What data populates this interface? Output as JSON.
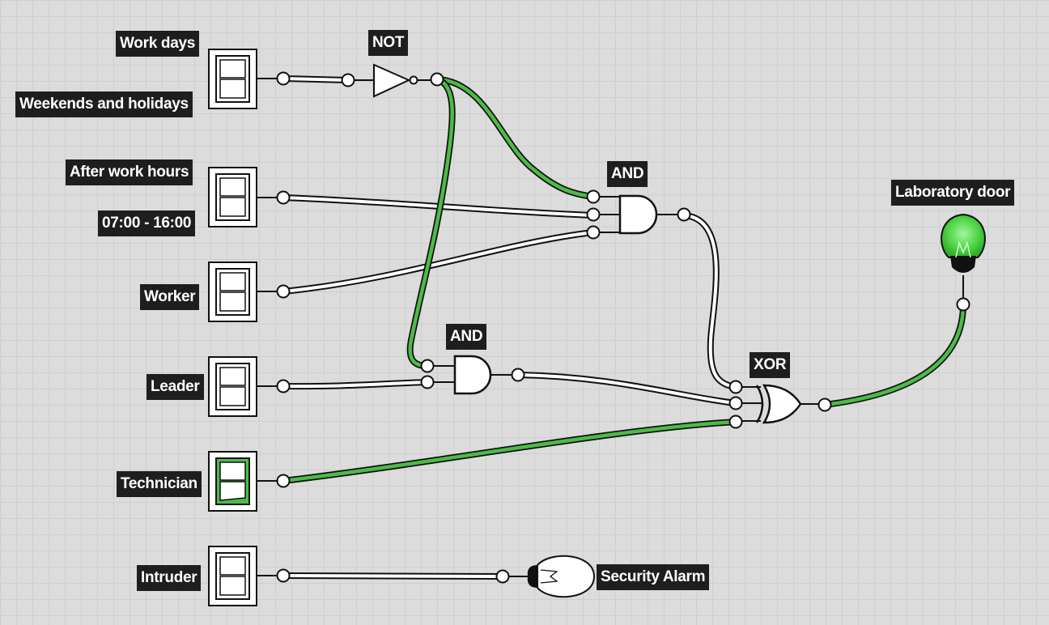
{
  "inputs": {
    "work_days": {
      "top_label": "Work days",
      "bottom_label": "Weekends and holidays",
      "state": "off"
    },
    "after_hours": {
      "top_label": "After work hours",
      "bottom_label": "07:00 - 16:00",
      "state": "off"
    },
    "worker": {
      "label": "Worker",
      "state": "off"
    },
    "leader": {
      "label": "Leader",
      "state": "off"
    },
    "technician": {
      "label": "Technician",
      "state": "on"
    },
    "intruder": {
      "label": "Intruder",
      "state": "off"
    }
  },
  "gates": {
    "not_gate": {
      "label": "NOT"
    },
    "and_gate_top": {
      "label": "AND"
    },
    "and_gate_bottom": {
      "label": "AND"
    },
    "xor_gate": {
      "label": "XOR"
    }
  },
  "outputs": {
    "laboratory_door": {
      "label": "Laboratory door",
      "state": "on"
    },
    "security_alarm": {
      "label": "Security Alarm",
      "state": "off"
    }
  },
  "colors": {
    "background": "#dcdcdc",
    "grid": "#cfcfcf",
    "wire_on": "#4cbb47",
    "wire_off": "#ffffff",
    "label_bg": "#1e1e1e",
    "bulb_on": "#52d84a"
  }
}
